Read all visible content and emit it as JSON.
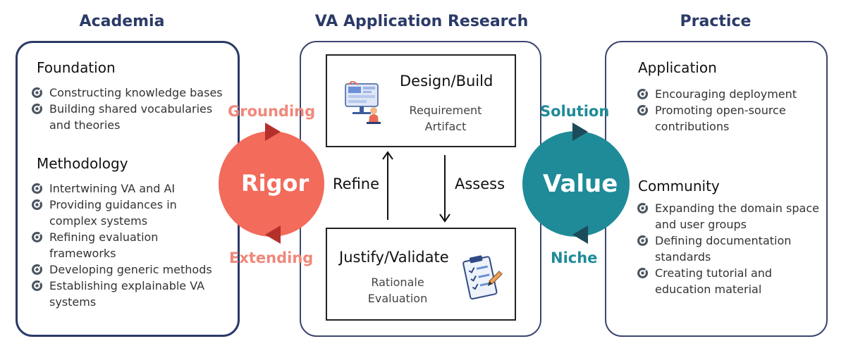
{
  "colors": {
    "title": "#2b3a67",
    "rigor": "#f26b5b",
    "rigor_text": "#f0877a",
    "value": "#1f8b98",
    "value_text": "#1f8b98",
    "arrow_dark": "#1c4b59",
    "arrow_red": "#b5302a"
  },
  "academia": {
    "title": "Academia",
    "foundation": {
      "heading": "Foundation",
      "items": [
        {
          "lines": [
            "Constructing knowledge bases"
          ]
        },
        {
          "lines": [
            "Building shared vocabularies",
            "and theories"
          ]
        }
      ]
    },
    "methodology": {
      "heading": "Methodology",
      "items": [
        {
          "lines": [
            "Intertwining VA and AI"
          ]
        },
        {
          "lines": [
            "Providing guidances in",
            "complex systems"
          ]
        },
        {
          "lines": [
            "Refining evaluation",
            "frameworks"
          ]
        },
        {
          "lines": [
            "Developing generic methods"
          ]
        },
        {
          "lines": [
            "Establishing explainable VA",
            "systems"
          ]
        }
      ]
    }
  },
  "research": {
    "title": "VA Application Research",
    "design": {
      "title": "Design/Build",
      "sub1": "Requirement",
      "sub2": "Artifact",
      "icon": "designer-at-computer-icon"
    },
    "justify": {
      "title": "Justify/Validate",
      "sub1": "Rationale",
      "sub2": "Evaluation",
      "icon": "clipboard-checklist-icon"
    },
    "refine_label": "Refine",
    "assess_label": "Assess"
  },
  "rigor": {
    "label": "Rigor",
    "top_word": "Grounding",
    "bottom_word": "Extending"
  },
  "value": {
    "label": "Value",
    "top_word": "Solution",
    "bottom_word": "Niche"
  },
  "practice": {
    "title": "Practice",
    "application": {
      "heading": "Application",
      "items": [
        {
          "lines": [
            "Encouraging deployment"
          ]
        },
        {
          "lines": [
            "Promoting open-source",
            "contributions"
          ]
        }
      ]
    },
    "community": {
      "heading": "Community",
      "items": [
        {
          "lines": [
            "Expanding the domain space",
            "and user groups"
          ]
        },
        {
          "lines": [
            "Defining documentation",
            "standards"
          ]
        },
        {
          "lines": [
            "Creating tutorial and",
            "education material"
          ]
        }
      ]
    }
  }
}
